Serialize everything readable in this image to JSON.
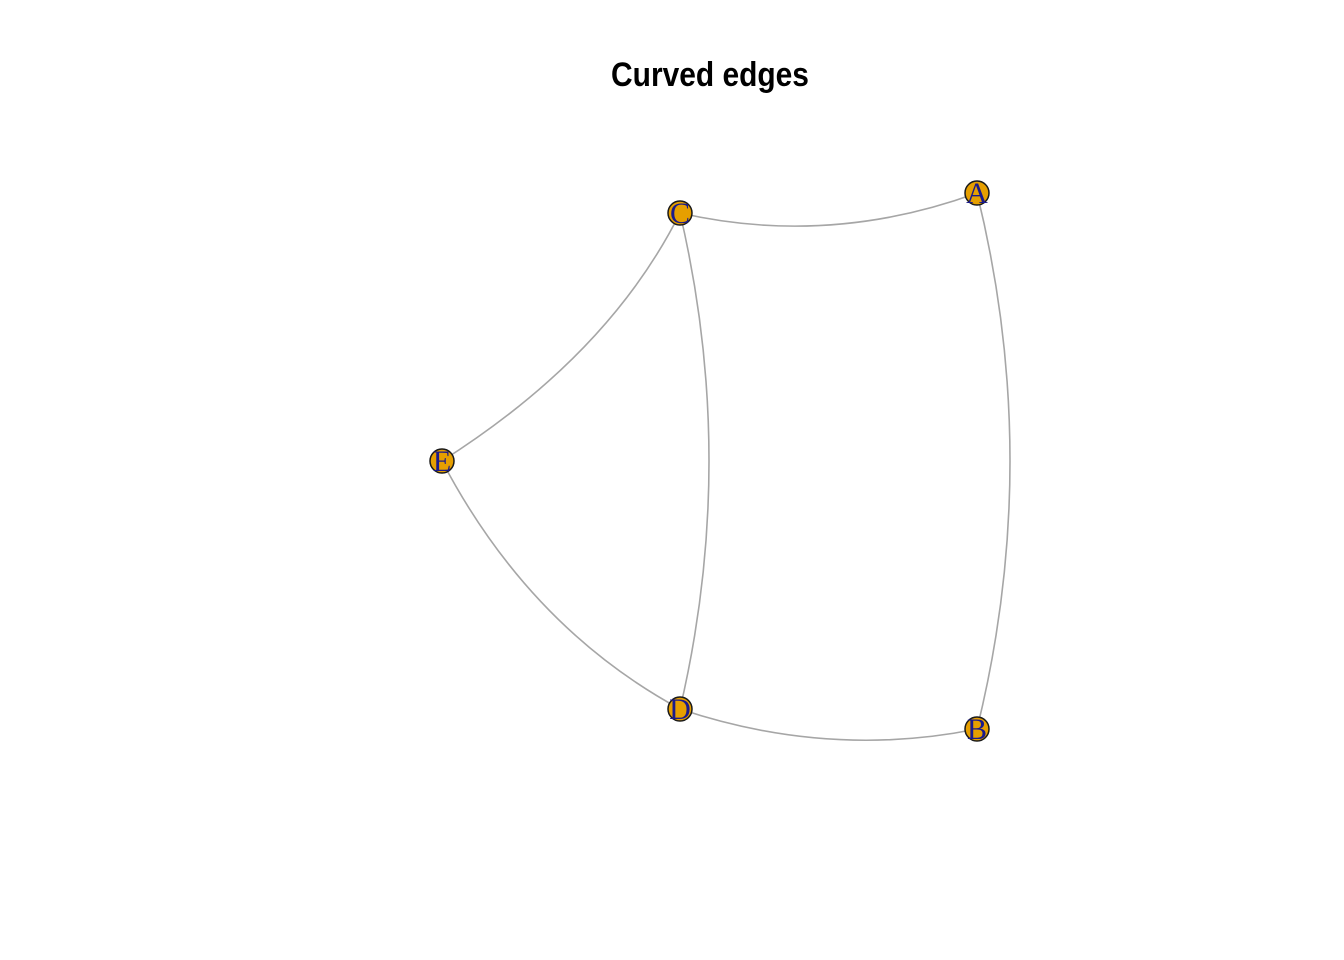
{
  "title": "Curved edges",
  "colors": {
    "node_fill": "#E69F00",
    "node_stroke": "#1a1a1a",
    "label": "#1a1a8c",
    "edge": "#a6a6a6"
  },
  "nodes": [
    {
      "id": "A",
      "label": "A"
    },
    {
      "id": "B",
      "label": "B"
    },
    {
      "id": "C",
      "label": "C"
    },
    {
      "id": "D",
      "label": "D"
    },
    {
      "id": "E",
      "label": "E"
    }
  ],
  "edges": [
    {
      "from": "C",
      "to": "A"
    },
    {
      "from": "A",
      "to": "B"
    },
    {
      "from": "D",
      "to": "B"
    },
    {
      "from": "C",
      "to": "D"
    },
    {
      "from": "E",
      "to": "C"
    },
    {
      "from": "E",
      "to": "D"
    }
  ]
}
